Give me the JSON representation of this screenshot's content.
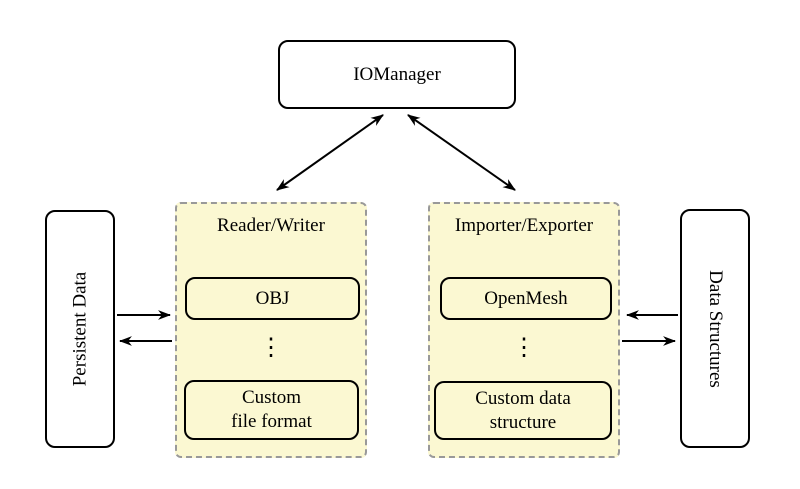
{
  "colors": {
    "canvas_bg": "#ffffff",
    "box_fill": "#ffffff",
    "group_fill": "#fbf8d2",
    "group_border": "#999999",
    "line": "#000000",
    "text": "#000000"
  },
  "nodes": {
    "io_manager": {
      "label": "IOManager"
    },
    "persistent_data": {
      "label": "Persistent Data"
    },
    "data_structures": {
      "label": "Data Structures"
    },
    "reader_writer": {
      "title": "Reader/Writer",
      "item_top": "OBJ",
      "dots": "⋮",
      "item_bottom_line1": "Custom",
      "item_bottom_line2": "file format"
    },
    "importer_exporter": {
      "title": "Importer/Exporter",
      "item_top": "OpenMesh",
      "dots": "⋮",
      "item_bottom_line1": "Custom data",
      "item_bottom_line2": "structure"
    }
  },
  "arrows": {
    "iomanager_readerwriter": "double-headed",
    "iomanager_importerexporter": "double-headed",
    "persistentdata_to_readerwriter": "right",
    "readerwriter_to_persistentdata": "left",
    "datastructures_to_importerexporter": "left",
    "importerexporter_to_datastructures": "right"
  }
}
